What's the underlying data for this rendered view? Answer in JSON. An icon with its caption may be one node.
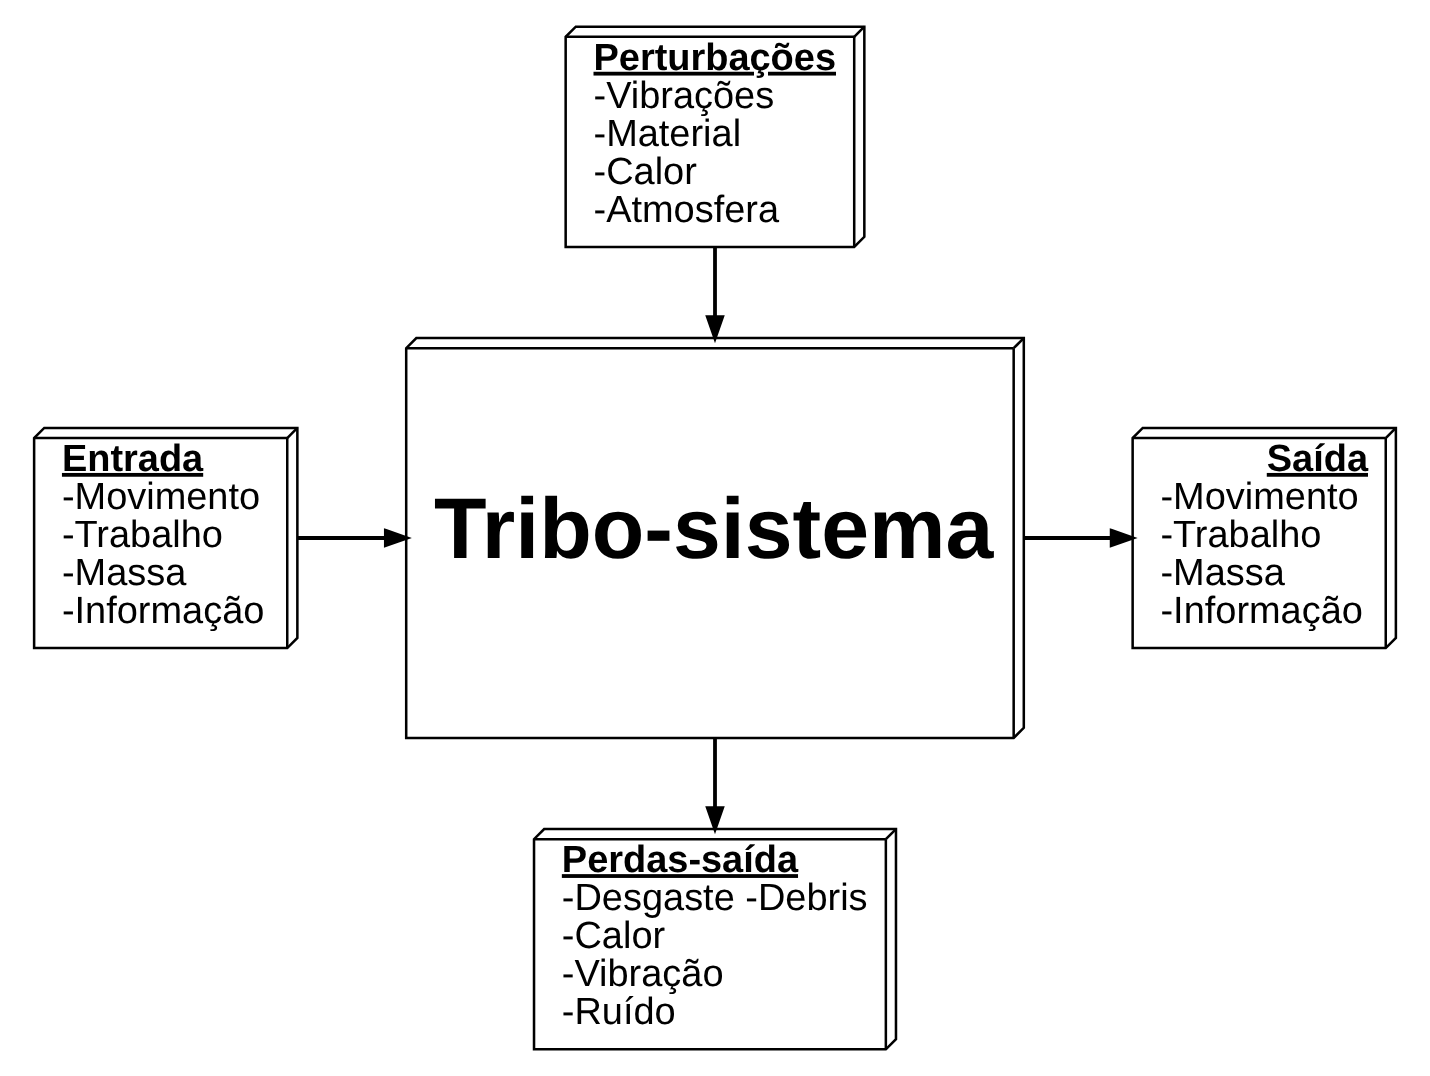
{
  "diagram": {
    "nodes": [
      {
        "text": [
          "Perturbações",
          "-Vibrações",
          "-Material",
          "-Calor",
          "-Atmosfera"
        ]
      },
      {
        "text": [
          "Entrada",
          "-Movimento",
          "-Trabalho",
          "-Massa",
          "-Informação"
        ]
      },
      {
        "text": [
          "Tribo-sistema"
        ]
      },
      {
        "text": [
          "Saída",
          "-Movimento",
          "-Trabalho",
          "-Massa",
          "-Informação"
        ]
      },
      {
        "text": [
          "Perdas-saída",
          "-Desgaste -Debris",
          "-Calor",
          "-Vibração",
          "-Ruído"
        ]
      }
    ],
    "edges": [
      {
        "from": 0,
        "to": 2,
        "arrow": "to"
      },
      {
        "from": 1,
        "to": 2,
        "arrow": "to"
      },
      {
        "from": 2,
        "to": 3,
        "arrow": "to"
      },
      {
        "from": 2,
        "to": 4,
        "arrow": "to"
      }
    ]
  }
}
